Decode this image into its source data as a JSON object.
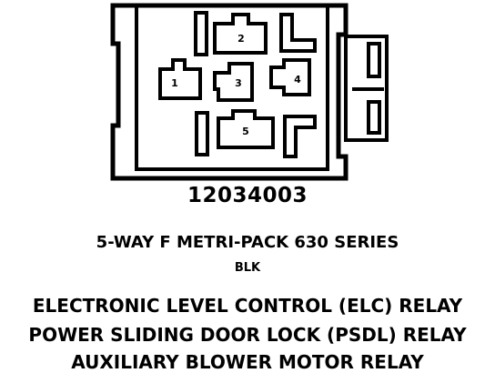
{
  "connector": {
    "part_number": "12034003",
    "series": "5-WAY F METRI-PACK 630 SERIES",
    "color": "BLK",
    "applications": [
      "ELECTRONIC LEVEL CONTROL (ELC) RELAY",
      "POWER SLIDING DOOR LOCK (PSDL) RELAY",
      "AUXILIARY BLOWER MOTOR RELAY"
    ]
  },
  "terminals": [
    {
      "label": "1"
    },
    {
      "label": "2"
    },
    {
      "label": "3"
    },
    {
      "label": "4"
    },
    {
      "label": "5"
    }
  ]
}
